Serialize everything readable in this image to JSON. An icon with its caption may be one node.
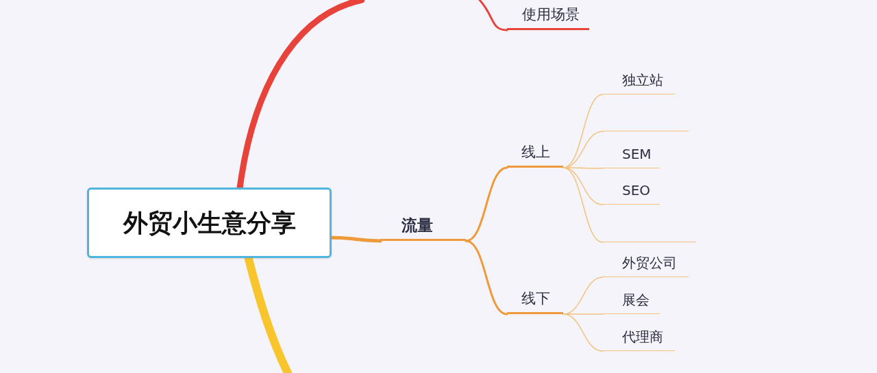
{
  "diagram": {
    "nodes": [
      {
        "text": [
          "外贸小生意分享"
        ]
      },
      {
        "text": [
          "使用场景"
        ]
      },
      {
        "text": [
          "流量"
        ]
      },
      {
        "text": [
          "线上"
        ]
      },
      {
        "text": [
          "独立站"
        ]
      },
      {
        "text": [],
        "shape": "line"
      },
      {
        "text": [
          "SEM"
        ]
      },
      {
        "text": [
          "SEO"
        ]
      },
      {
        "text": [],
        "shape": "line"
      },
      {
        "text": [
          "线下"
        ]
      },
      {
        "text": [
          "外贸公司"
        ]
      },
      {
        "text": [
          "展会"
        ]
      },
      {
        "text": [
          "代理商"
        ]
      }
    ],
    "edges": [
      {
        "from": 0,
        "to": null,
        "arrow": "none",
        "style": "thick",
        "color": "#e8433b"
      },
      {
        "from": null,
        "to": 1,
        "arrow": "none",
        "color": "#e8433b"
      },
      {
        "from": 0,
        "to": 2,
        "arrow": "none",
        "style": "thick",
        "color": "#ef9a3a"
      },
      {
        "from": 0,
        "to": null,
        "arrow": "none",
        "style": "thick",
        "color": "#f8c52c"
      },
      {
        "from": 2,
        "to": 3,
        "arrow": "none",
        "color": "#ef9a3a"
      },
      {
        "from": 2,
        "to": 9,
        "arrow": "none",
        "color": "#ef9a3a"
      },
      {
        "from": 3,
        "to": 4,
        "arrow": "none"
      },
      {
        "from": 3,
        "to": 5,
        "arrow": "none"
      },
      {
        "from": 3,
        "to": 6,
        "arrow": "none"
      },
      {
        "from": 3,
        "to": 7,
        "arrow": "none"
      },
      {
        "from": 3,
        "to": 8,
        "arrow": "none"
      },
      {
        "from": 9,
        "to": 10,
        "arrow": "none"
      },
      {
        "from": 9,
        "to": 11,
        "arrow": "none"
      },
      {
        "from": 9,
        "to": 12,
        "arrow": "none"
      }
    ]
  }
}
